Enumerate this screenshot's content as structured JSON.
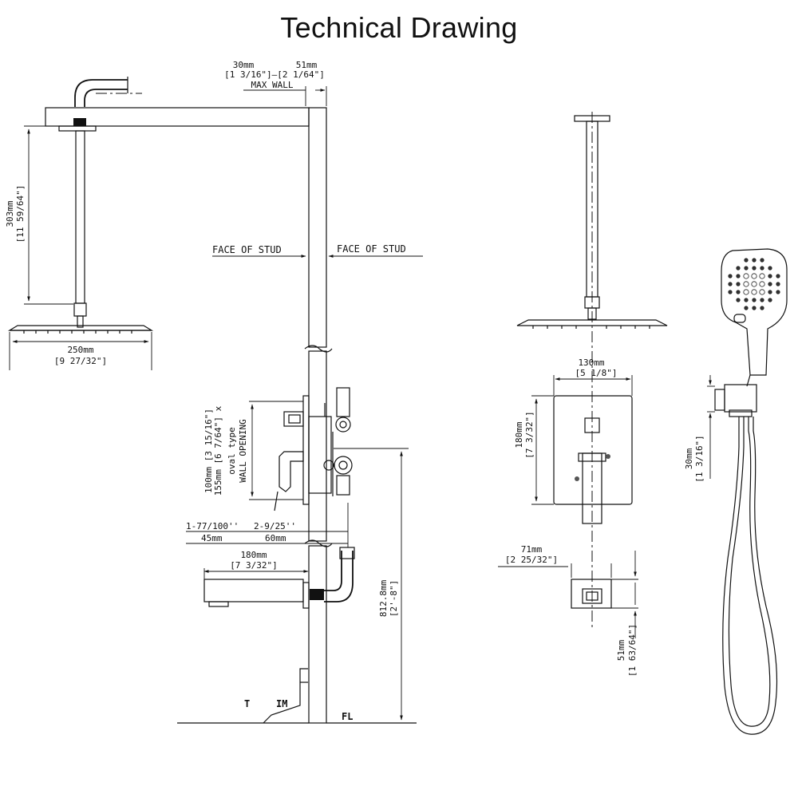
{
  "title": "Technical Drawing",
  "labels": {
    "max_wall_left_mm": "30mm",
    "max_wall_right_mm": "51mm",
    "max_wall_in": "[1 3/16\"]—[2 1/64\"]",
    "max_wall": "MAX WALL",
    "arm_height_mm": "303mm",
    "arm_height_in": "[11 59/64\"]",
    "face_of_stud_left": "FACE OF STUD",
    "face_of_stud_right": "FACE OF STUD",
    "head_width_mm": "250mm",
    "head_width_in": "[9 27/32\"]",
    "opening_height": "100mm [3 15/16\"]",
    "opening_width": "155mm [6 7/64\"] x",
    "opening_type": "oval type",
    "opening_label": "WALL OPENING",
    "depth_in_1": "1-77/100''",
    "depth_in_2": "2-9/25''",
    "depth_mm_1": "45mm",
    "depth_mm_2": "60mm",
    "spout_length_mm": "180mm",
    "spout_length_in": "[7 3/32\"]",
    "floor_height_mm": "812.8mm",
    "floor_height_in": "[2'-8\"]",
    "tile_t": "T",
    "tile_im": "IM",
    "floor_fl": "FL",
    "plate_width_mm": "130mm",
    "plate_width_in": "[5 1/8\"]",
    "plate_height_mm": "180mm",
    "plate_height_in": "[7 3/32\"]",
    "spout_width_mm": "71mm",
    "spout_width_in": "[2 25/32\"]",
    "spout_height_mm": "51mm",
    "spout_height_in": "[1 63/64\"]",
    "holder_mm": "30mm",
    "holder_in": "[1 3/16\"]"
  }
}
